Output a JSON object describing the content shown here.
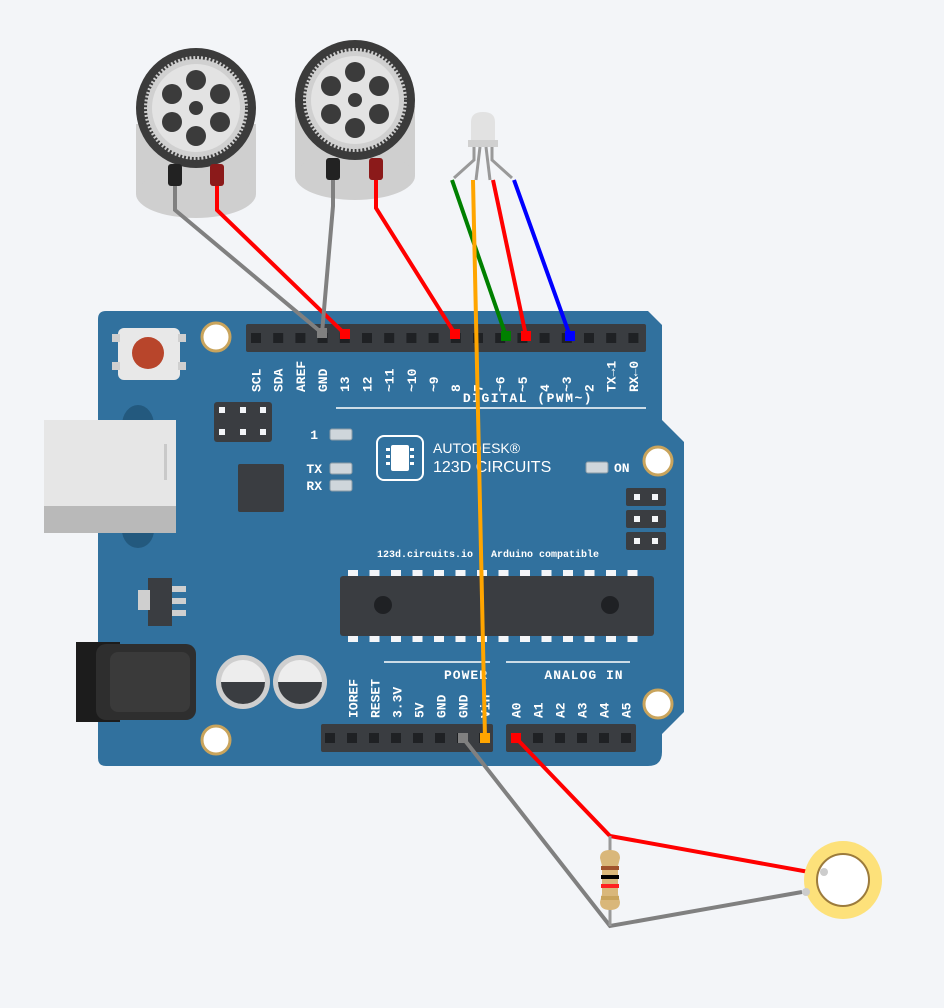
{
  "board": {
    "digital_pins": [
      "SCL",
      "SDA",
      "AREF",
      "GND",
      "13",
      "12",
      "~11",
      "~10",
      "~9",
      "8",
      "7",
      "~6",
      "~5",
      "4",
      "~3",
      "2",
      "TX→1",
      "RX←0"
    ],
    "digital_title": "DIGITAL (PWM~)",
    "led_1_label": "1",
    "tx_label": "TX",
    "rx_label": "RX",
    "on_label": "ON",
    "logo_line1": "AUTODESK®",
    "logo_line2": "123D CIRCUITS",
    "subtitle": "123d.circuits.io · Arduino compatible",
    "power_title": "POWER",
    "analog_title": "ANALOG IN",
    "power_pins": [
      "IOREF",
      "RESET",
      "3.3V",
      "5V",
      "GND",
      "GND",
      "Vin"
    ],
    "analog_pins": [
      "A0",
      "A1",
      "A2",
      "A3",
      "A4",
      "A5"
    ]
  },
  "components": {
    "speakers": [
      "speaker-left",
      "speaker-right"
    ],
    "rgb_led": "rgb-led",
    "resistor": "resistor",
    "piezo": "piezo-sensor"
  },
  "wires": {
    "colors": {
      "gray": "#808080",
      "red": "#ff0000",
      "green": "#008000",
      "blue": "#0000ff",
      "orange": "#ffa500"
    }
  },
  "colors": {
    "board": "#31719e",
    "board_dark": "#23597e",
    "header": "#3a3d41",
    "background": "#f3f5f8"
  }
}
